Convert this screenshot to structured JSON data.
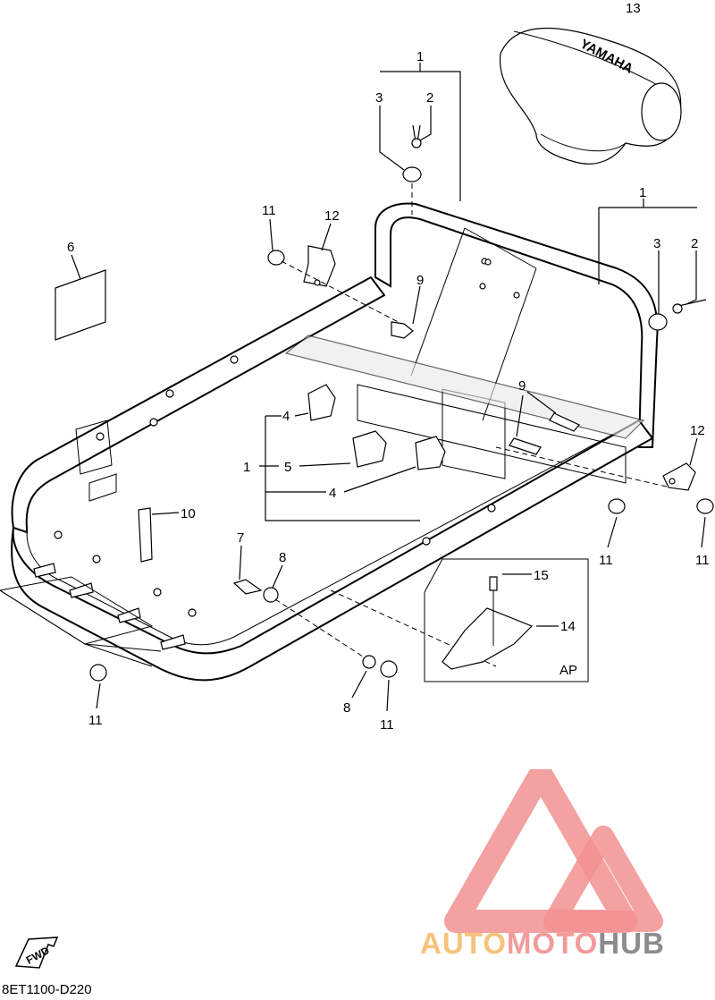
{
  "diagram": {
    "code": "8ET1100-D220",
    "fwd_label": "FWD",
    "inset_label": "AP",
    "seat_brand": "YAMAHA",
    "callouts": {
      "c13": "13",
      "c1_top": "1",
      "c3_top": "3",
      "c2_top": "2",
      "c1_right": "1",
      "c3_right": "3",
      "c2_right": "2",
      "c11_a": "11",
      "c12_a": "12",
      "c6": "6",
      "c9_a": "9",
      "c9_b": "9",
      "c12_b": "12",
      "c4_a": "4",
      "c1_mid": "1",
      "c5": "5",
      "c4_b": "4",
      "c10": "10",
      "c7": "7",
      "c8_a": "8",
      "c11_b": "11",
      "c11_c": "11",
      "c15": "15",
      "c14": "14",
      "c11_d": "11",
      "c8_b": "8",
      "c11_e": "11"
    }
  },
  "watermark": {
    "part1": "AUTO",
    "part2": "MOTO",
    "part3": "HUB",
    "colors": {
      "auto": "#f7c27a",
      "moto": "#f39a9a",
      "hub": "#8c8c8c",
      "logo": "#f29090"
    }
  }
}
